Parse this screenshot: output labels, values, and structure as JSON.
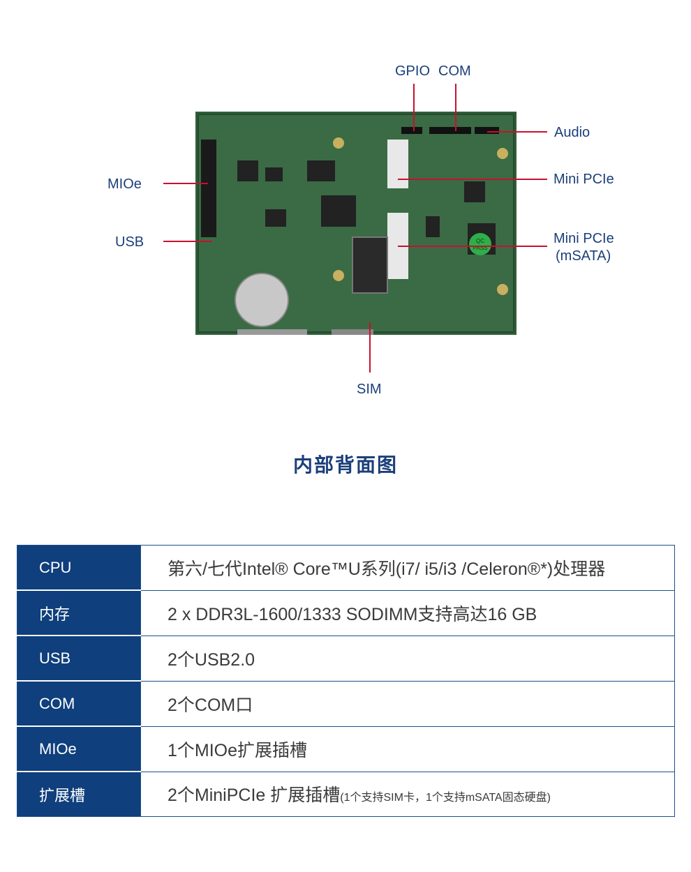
{
  "figure": {
    "labels": {
      "gpio": "GPIO",
      "com": "COM",
      "audio": "Audio",
      "mioe": "MIOe",
      "minipcie": "Mini PCIe",
      "minipcie_msata_line1": "Mini PCIe",
      "minipcie_msata_line2": "(mSATA)",
      "usb": "USB",
      "sim": "SIM"
    },
    "board_marks": {
      "qc1": "QC",
      "qc2": "PASS"
    },
    "colors": {
      "label": "#1b3f7a",
      "leader_line": "#c8102e",
      "pcb": "#2f5e3a"
    }
  },
  "caption": "内部背面图",
  "specs": [
    {
      "key": "CPU",
      "value": "第六/七代Intel® Core™U系列(i7/ i5/i3 /Celeron®*)处理器"
    },
    {
      "key": "内存",
      "value": "2 x DDR3L-1600/1333 SODIMM支持高达16 GB"
    },
    {
      "key": "USB",
      "value": "2个USB2.0"
    },
    {
      "key": "COM",
      "value": "2个COM口"
    },
    {
      "key": "MIOe",
      "value": "1个MIOe扩展插槽"
    },
    {
      "key": "扩展槽",
      "value": "2个MiniPCIe 扩展插槽",
      "note": "(1个支持SIM卡，1个支持mSATA固态硬盘)"
    }
  ],
  "table_colors": {
    "header_bg": "#0f3f7c",
    "border": "#1b4f8a"
  }
}
